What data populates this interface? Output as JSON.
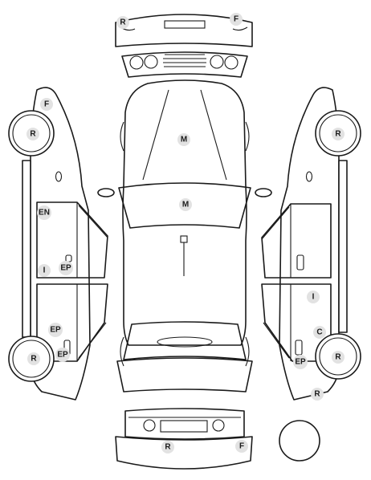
{
  "markers": {
    "rear_bumper_r": "R",
    "rear_bumper_f": "F",
    "left_front_wheel": "R",
    "left_fender": "F",
    "hood": "M",
    "windshield": "M",
    "right_front_wheel": "R",
    "left_front_door_en": "EN",
    "left_front_door_i": "I",
    "left_front_door_ep": "EP",
    "left_rear_door_ep1": "EP",
    "left_rear_door_ep2": "EP",
    "left_rear_wheel": "R",
    "right_rear_door_i": "I",
    "right_rear_door_c": "C",
    "right_rear_wheel": "R",
    "right_rear_door_ep": "EP",
    "right_rear_quarter": "R",
    "front_bumper_r": "R",
    "front_bumper_f": "F"
  }
}
